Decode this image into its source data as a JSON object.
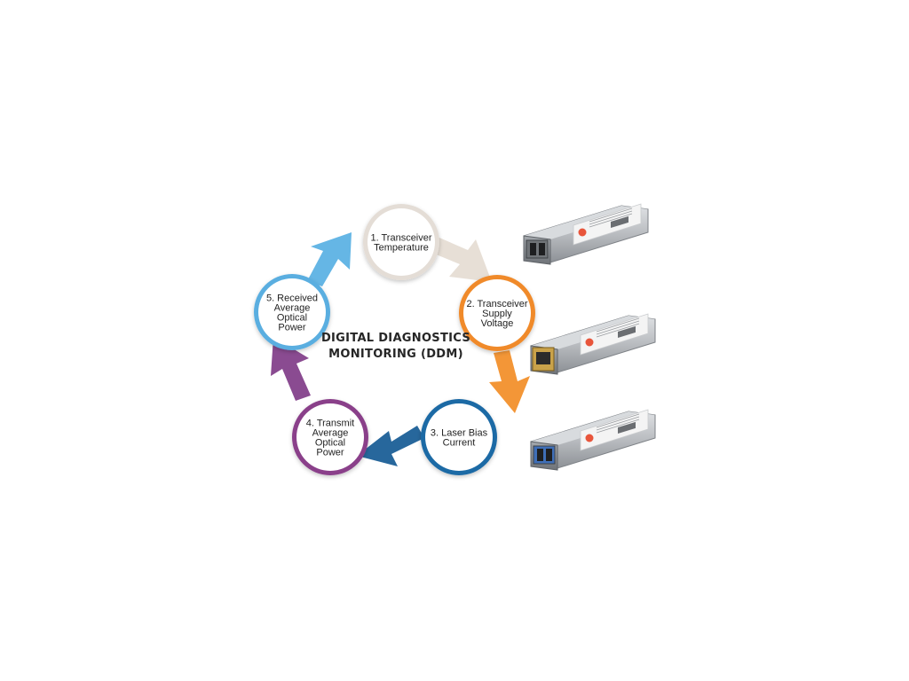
{
  "diagram": {
    "center_title_lines": [
      "DIGITAL DIAGNOSTICS",
      "MONITORING (DDM)"
    ],
    "steps": [
      {
        "id": "temperature",
        "lines": [
          "1. Transceiver",
          "Temperature"
        ],
        "color": "#e4ddd6",
        "arrow": "#e6ddd4"
      },
      {
        "id": "voltage",
        "lines": [
          "2. Transceiver",
          "Supply",
          "Voltage"
        ],
        "color": "#f08a2a",
        "arrow": "#f2902c"
      },
      {
        "id": "laser-bias",
        "lines": [
          "3. Laser Bias",
          "Current"
        ],
        "color": "#1f6aa5",
        "arrow": "#1b5f97"
      },
      {
        "id": "transmit",
        "lines": [
          "4. Transmit",
          "Average",
          "Optical",
          "Power"
        ],
        "color": "#8a3f8a",
        "arrow": "#84418b"
      },
      {
        "id": "received",
        "lines": [
          "5. Received",
          "Average",
          "Optical",
          "Power"
        ],
        "color": "#5aaee0",
        "arrow": "#5db2e4"
      }
    ]
  },
  "modules": [
    {
      "id": "sfp-fiber-top",
      "port": "fiber"
    },
    {
      "id": "sfp-copper",
      "port": "rj45"
    },
    {
      "id": "sfp-fiber-bottom",
      "port": "fiber-blue"
    }
  ],
  "colors": {
    "module_body": "#b9bcc0",
    "module_shade": "#8e9297",
    "label": "#f4f4f4",
    "logo": "#e8553b"
  }
}
